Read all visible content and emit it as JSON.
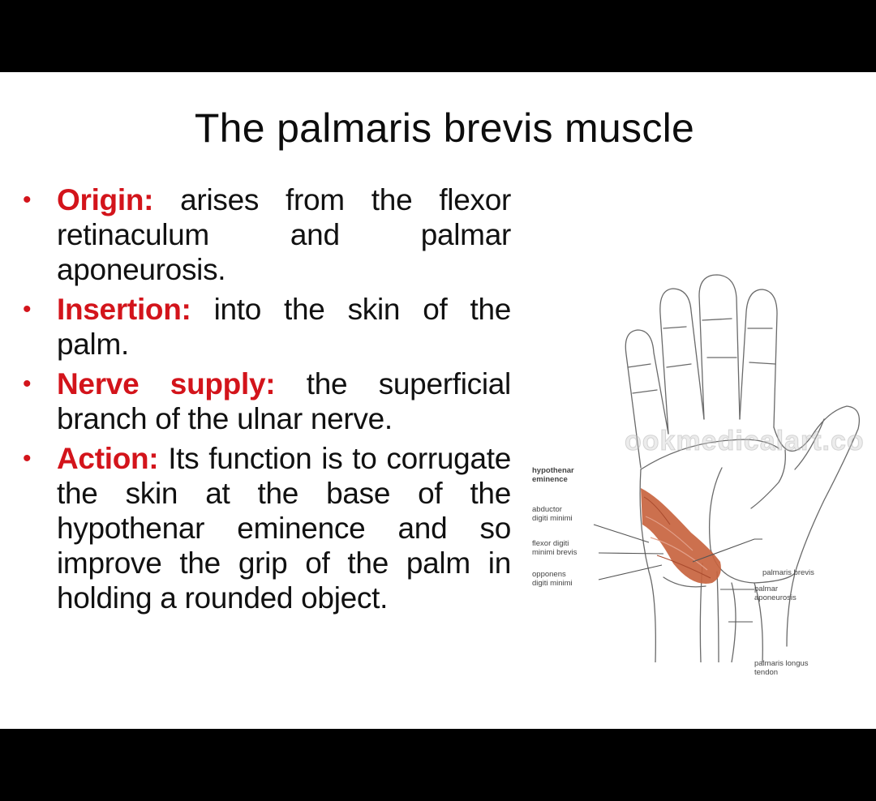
{
  "slide": {
    "title": "The palmaris brevis muscle",
    "bullet_glyph": "•",
    "accent_color": "#d3141b",
    "bullets": [
      {
        "label": "Origin:",
        "text": " arises from the flexor retinaculum and palmar aponeurosis."
      },
      {
        "label": "Insertion:",
        "text": " into the skin of the palm."
      },
      {
        "label": "Nerve supply:",
        "text": " the superficial branch of the ulnar nerve."
      },
      {
        "label": "Action:",
        "text": " Its function is to corrugate the skin at the base of the hypothenar eminence and so improve the grip of the palm in holding a rounded object."
      }
    ]
  },
  "figure": {
    "watermark": "ookmedicalart.co",
    "muscle_color": "#c8643f",
    "labels": {
      "hypothenar_1": "hypothenar",
      "hypothenar_2": "eminence",
      "abductor_1": "abductor",
      "abductor_2": "digiti minimi",
      "flexor_1": "flexor digiti",
      "flexor_2": "minimi brevis",
      "opponens_1": "opponens",
      "opponens_2": "digiti minimi",
      "palmaris_brevis": "palmaris brevis",
      "palmar_apo_1": "palmar",
      "palmar_apo_2": "aponeurosis",
      "palmaris_longus_1": "palmaris longus",
      "palmaris_longus_2": "tendon"
    }
  }
}
